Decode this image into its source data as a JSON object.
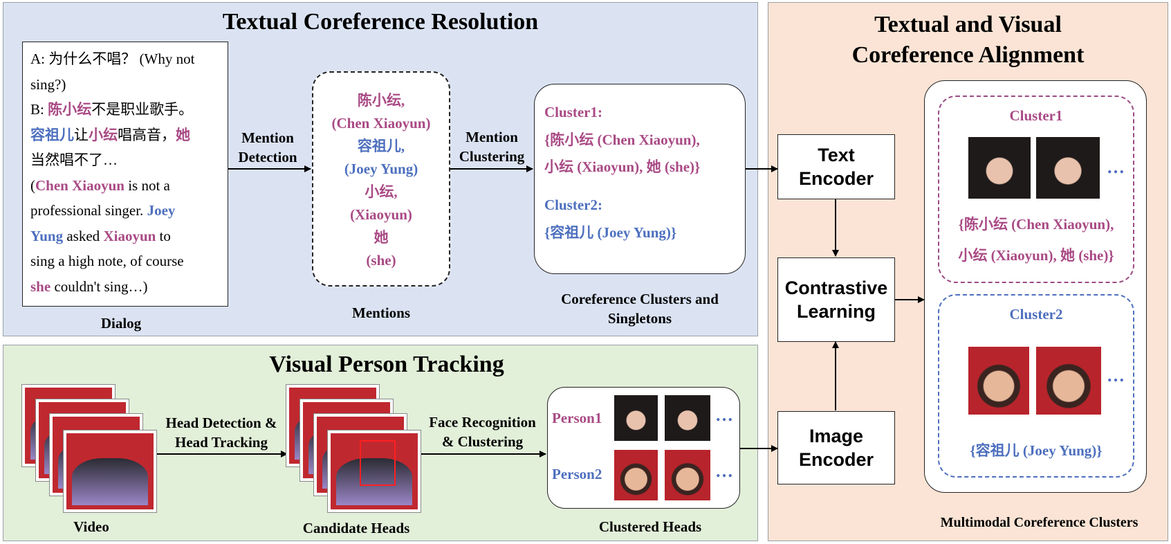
{
  "textual_panel": {
    "title": "Textual Coreference Resolution",
    "bg": "#dbe3f3"
  },
  "visual_panel": {
    "title": "Visual Person Tracking",
    "bg": "#e2efd9"
  },
  "alignment_panel": {
    "title_line1": "Textual and Visual",
    "title_line2": "Coreference Alignment",
    "bg": "#fbe4d5"
  },
  "dialog": {
    "caption": "Dialog",
    "line_a_cn": "A: 为什么不唱？",
    "line_a_en": "(Why not",
    "line_a_en2": "sing?)",
    "line_b_prefix": "B: ",
    "name_cxy_cn": "陈小纭",
    "line_b_rest": "不是职业歌手。",
    "name_jy_cn": "容祖儿",
    "rang": "让",
    "name_xy_cn": "小纭",
    "changgaoyin": "唱高音，",
    "ta_cn": "她",
    "line4_cn": "当然唱不了…",
    "en_open": "(",
    "en_name_cxy": "Chen Xiaoyun",
    "en_is_not_a": " is not a",
    "en_prof": "professional singer. ",
    "en_joey": "Joey",
    "en_yung": "Yung",
    "en_asked": " asked ",
    "en_xiaoyun": "Xiaoyun",
    "en_to": " to",
    "en_sing_high": "sing a high note, of course",
    "en_she": "she",
    "en_couldnt": " couldn't sing…)"
  },
  "arrows": {
    "mention_detection_1": "Mention",
    "mention_detection_2": "Detection",
    "mention_clustering_1": "Mention",
    "mention_clustering_2": "Clustering",
    "head_det_1": "Head Detection &",
    "head_det_2": "Head Tracking",
    "face_rec_1": "Face Recognition",
    "face_rec_2": "& Clustering"
  },
  "mentions": {
    "caption": "Mentions",
    "items": [
      "陈小纭,",
      "(Chen Xiaoyun)",
      "容祖儿,",
      "(Joey Yung)",
      "小纭,",
      "(Xiaoyun)",
      "她",
      "(she)"
    ]
  },
  "coref_clusters": {
    "caption_1": "Coreference Clusters and",
    "caption_2": "Singletons",
    "cluster1_label": "Cluster1:",
    "cluster1_line1": "{陈小纭 (Chen Xiaoyun),",
    "cluster1_line2": "小纭 (Xiaoyun), 她 (she)}",
    "cluster2_label": "Cluster2:",
    "cluster2_line1": "{容祖儿 (Joey Yung)}"
  },
  "encoders": {
    "text_1": "Text",
    "text_2": "Encoder",
    "contrastive_1": "Contrastive",
    "contrastive_2": "Learning",
    "image_1": "Image",
    "image_2": "Encoder"
  },
  "visual": {
    "video_caption": "Video",
    "candidate_caption": "Candidate Heads",
    "clustered_caption": "Clustered Heads",
    "person1": "Person1",
    "person2": "Person2",
    "ellipsis": "…"
  },
  "multimodal": {
    "caption": "Multimodal Coreference Clusters",
    "cluster1_title": "Cluster1",
    "cluster1_line1": "{陈小纭 (Chen Xiaoyun),",
    "cluster1_line2": "小纭 (Xiaoyun), 她 (she)}",
    "cluster2_title": "Cluster2",
    "cluster2_line1": "{容祖儿 (Joey Yung)}"
  },
  "colors": {
    "pink": "#a94a85",
    "blue": "#4d6fbe",
    "pink_dash": "#9b4a82",
    "blue_dash": "#4d6fbe"
  }
}
